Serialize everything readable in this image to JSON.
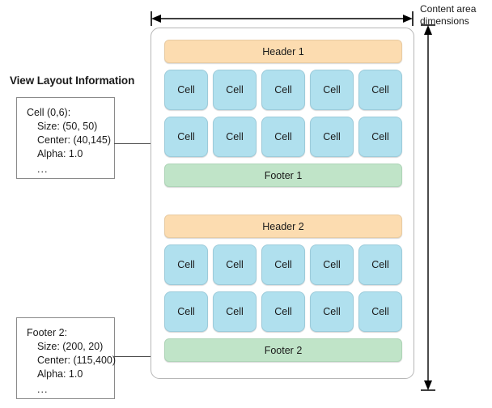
{
  "panel": {
    "title": "View Layout Information",
    "callouts": [
      {
        "id": "cell-callout",
        "lines": [
          "Cell (0,6):",
          "Size: (50, 50)",
          "Center: (40,145)",
          "Alpha: 1.0",
          "..."
        ]
      },
      {
        "id": "footer-callout",
        "lines": [
          "Footer 2:",
          "Size: (200, 20)",
          "Center: (115,400)",
          "Alpha: 1.0",
          "..."
        ]
      }
    ]
  },
  "annotations": {
    "dimension_label": "Content area dimensions",
    "horizontal_arrow": "width-dimension-arrow",
    "vertical_arrow": "height-dimension-arrow"
  },
  "content_area": {
    "sections": [
      {
        "header": "Header 1",
        "rows": [
          [
            "Cell",
            "Cell",
            "Cell",
            "Cell",
            "Cell"
          ],
          [
            "Cell",
            "Cell",
            "Cell",
            "Cell",
            "Cell"
          ]
        ],
        "footer": "Footer 1"
      },
      {
        "header": "Header 2",
        "rows": [
          [
            "Cell",
            "Cell",
            "Cell",
            "Cell",
            "Cell"
          ],
          [
            "Cell",
            "Cell",
            "Cell",
            "Cell",
            "Cell"
          ]
        ],
        "footer": "Footer 2"
      }
    ]
  },
  "colors": {
    "header": "#fcdcb0",
    "cell": "#b0e0ee",
    "footer": "#c0e4c8",
    "container_border": "#b6b6b6",
    "callout_border": "#8a8a8a",
    "arrow": "#000000"
  }
}
